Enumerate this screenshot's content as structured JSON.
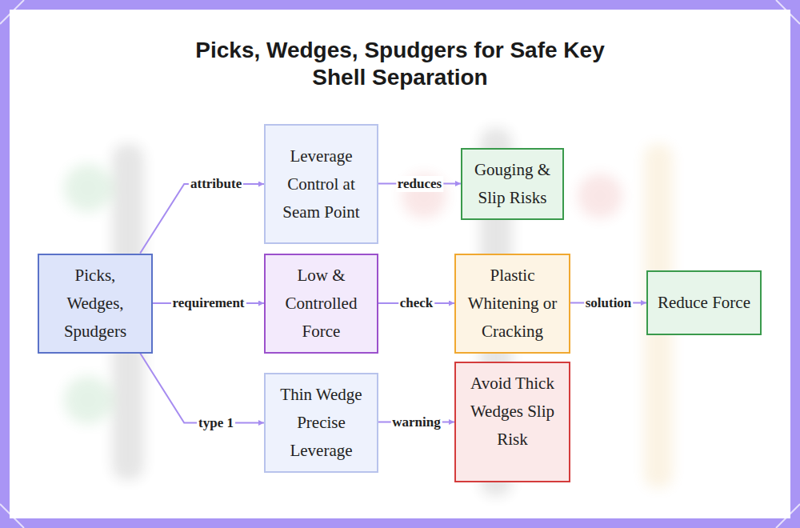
{
  "diagram": {
    "title": "Picks, Wedges, Spudgers for Safe Key Shell Separation",
    "nodes": [
      {
        "text": [
          "Picks, Wedges, Spudgers"
        ]
      },
      {
        "text": [
          "Leverage Control at Seam Point"
        ]
      },
      {
        "text": [
          "Gouging & Slip Risks"
        ]
      },
      {
        "text": [
          "Low & Controlled Force"
        ]
      },
      {
        "text": [
          "Plastic Whitening or Cracking"
        ]
      },
      {
        "text": [
          "Reduce Force"
        ]
      },
      {
        "text": [
          "Thin Wedge Precise Leverage"
        ]
      },
      {
        "text": [
          "Avoid Thick Wedges Slip Risk"
        ]
      }
    ],
    "edges": [
      {
        "from": 0,
        "to": 1,
        "label": "attribute",
        "arrow": "to"
      },
      {
        "from": 1,
        "to": 2,
        "label": "reduces",
        "arrow": "to"
      },
      {
        "from": 0,
        "to": 3,
        "label": "requirement",
        "arrow": "to"
      },
      {
        "from": 3,
        "to": 4,
        "label": "check",
        "arrow": "to"
      },
      {
        "from": 4,
        "to": 5,
        "label": "solution",
        "arrow": "to"
      },
      {
        "from": 0,
        "to": 6,
        "label": "type 1",
        "arrow": "to"
      },
      {
        "from": 6,
        "to": 7,
        "label": "warning",
        "arrow": "to"
      }
    ]
  }
}
